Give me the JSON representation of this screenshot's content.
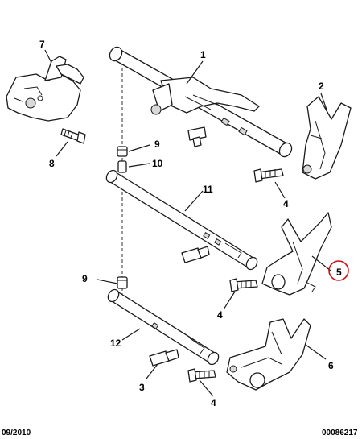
{
  "callouts": {
    "c1": "1",
    "c2": "2",
    "c3": "3",
    "c4a": "4",
    "c4b": "4",
    "c4c": "4",
    "c5": "5",
    "c6": "6",
    "c7": "7",
    "c8": "8",
    "c9a": "9",
    "c9b": "9",
    "c10": "10",
    "c11": "11",
    "c12": "12"
  },
  "highlighted_callout": "5",
  "highlight_color": "#cc1111",
  "footer": {
    "date": "09/2010",
    "reference": "00086217"
  }
}
